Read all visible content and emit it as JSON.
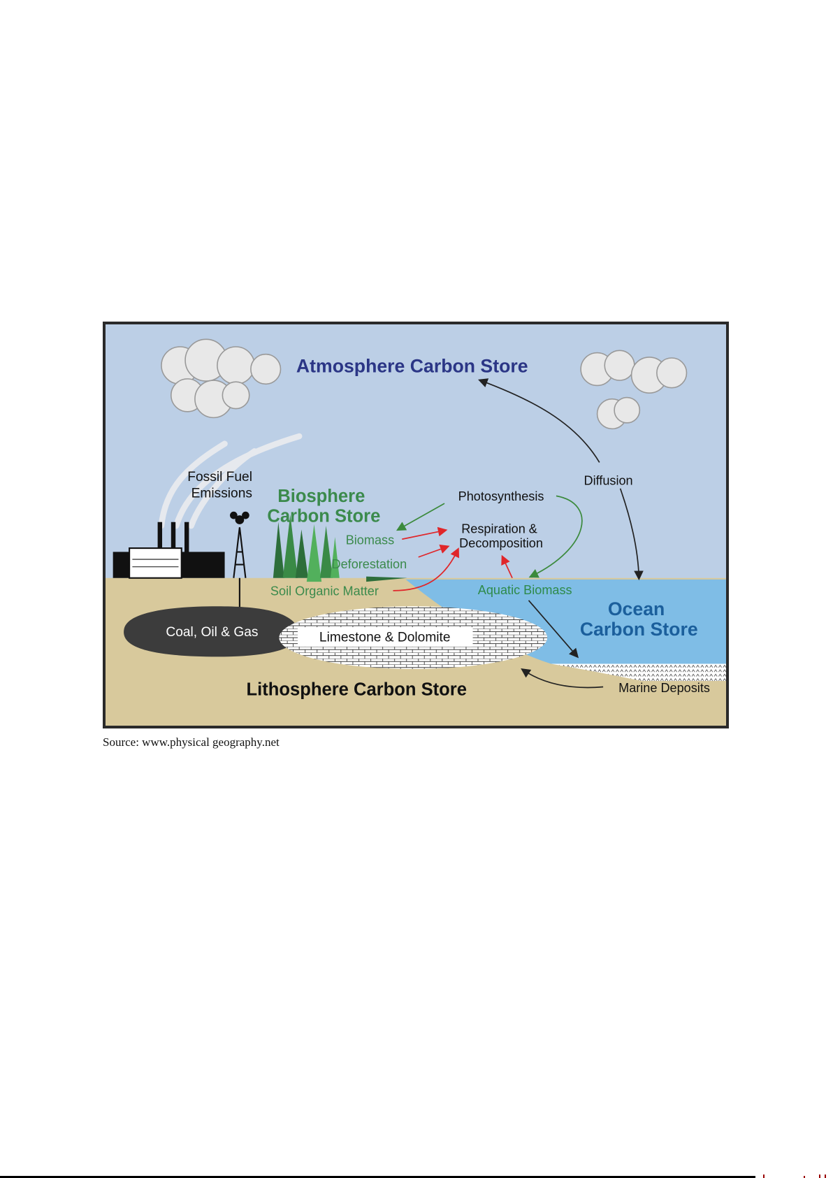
{
  "diagram": {
    "atmosphere_label": "Atmosphere Carbon Store",
    "biosphere_label": [
      "Biosphere",
      "Carbon Store"
    ],
    "ocean_label": [
      "Ocean",
      "Carbon Store"
    ],
    "lithosphere_label": "Lithosphere Carbon Store",
    "fossil_fuel_label": [
      "Fossil Fuel",
      "Emissions"
    ],
    "photosynthesis_label": "Photosynthesis",
    "respiration_label": [
      "Respiration &",
      "Decomposition"
    ],
    "diffusion_label": "Diffusion",
    "biomass_label": "Biomass",
    "deforestation_label": "Deforestation",
    "soil_label": "Soil Organic Matter",
    "aquatic_label": "Aquatic Biomass",
    "coal_label": "Coal, Oil & Gas",
    "limestone_label": "Limestone & Dolomite",
    "marine_label": "Marine Deposits",
    "colors": {
      "sky": "#bccfe6",
      "ground": "#d8c99c",
      "ocean": "#7fbde6",
      "atmosphere_text": "#2b3686",
      "biosphere_text": "#3b8a4c",
      "ocean_text": "#1b5f9c",
      "green_arrow": "#3b8a3c",
      "red_arrow": "#e0262a"
    }
  },
  "caption": "Source: www.physical geography.net"
}
